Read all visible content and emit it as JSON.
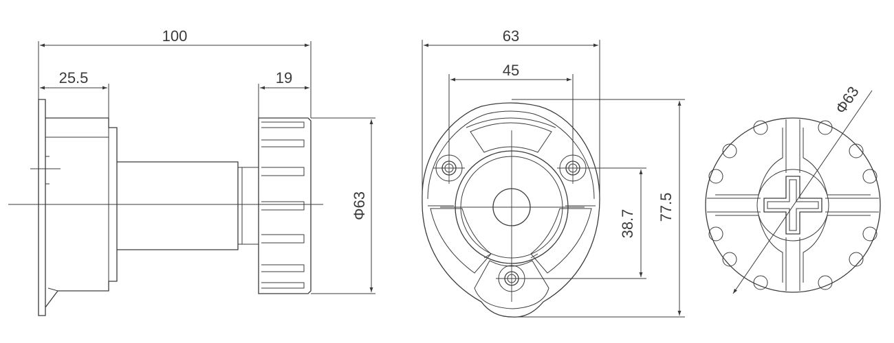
{
  "dimensions": {
    "side_total_length": "100",
    "side_flange_depth": "25.5",
    "side_knob_depth": "19",
    "side_knob_diameter": "Φ63",
    "front_total_width": "63",
    "front_hole_spacing": "45",
    "front_total_height": "77.5",
    "front_center_to_hole": "38.7",
    "end_diameter": "Φ63"
  },
  "colors": {
    "line": "#3a3a3a",
    "background": "#ffffff"
  }
}
